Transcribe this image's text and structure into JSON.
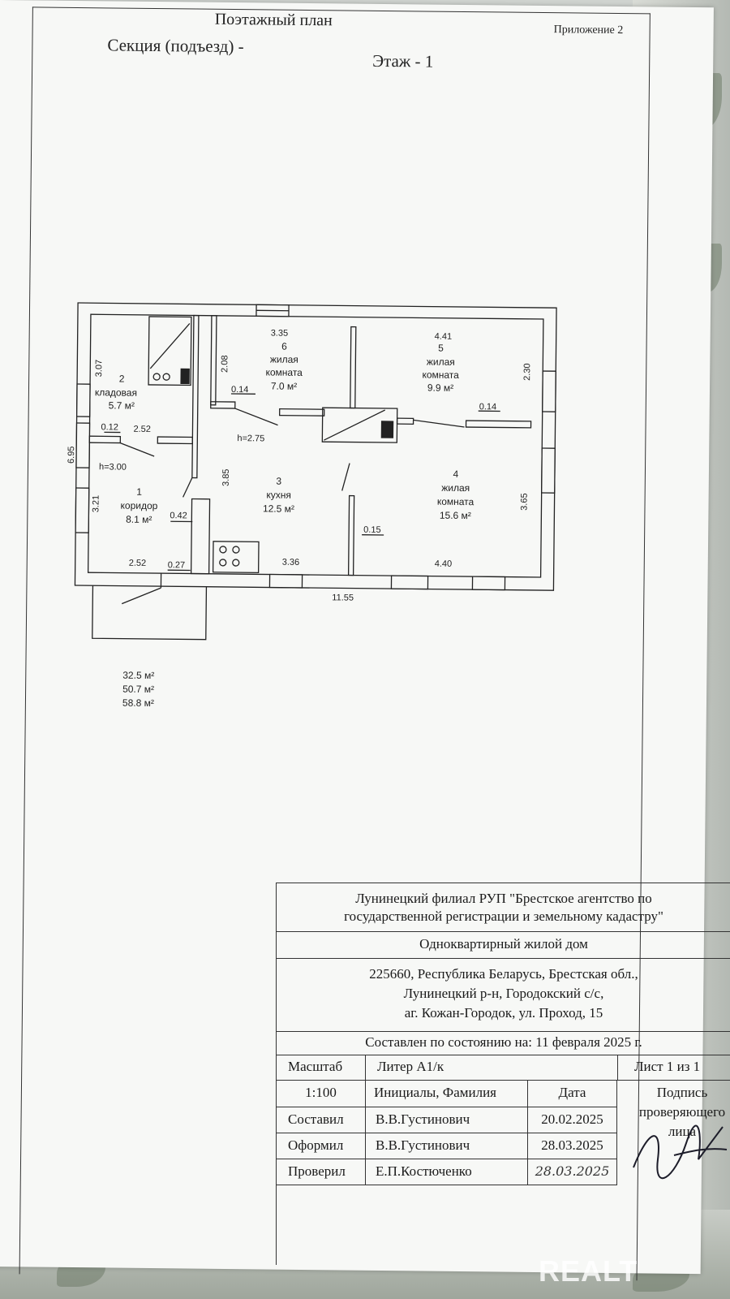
{
  "header": {
    "title": "Поэтажный план",
    "section": "Секция (подъезд) -",
    "floor": "Этаж - 1",
    "appendix": "Приложение 2"
  },
  "rooms": [
    {
      "number": "1",
      "name": "коридор",
      "area": "8.1 м²"
    },
    {
      "number": "2",
      "name": "кладовая",
      "area": "5.7 м²"
    },
    {
      "number": "3",
      "name": "кухня",
      "area": "12.5 м²"
    },
    {
      "number": "4",
      "name_line1": "жилая",
      "name_line2": "комната",
      "area": "15.6 м²"
    },
    {
      "number": "5",
      "name_line1": "жилая",
      "name_line2": "комната",
      "area": "9.9 м²"
    },
    {
      "number": "6",
      "name_line1": "жилая",
      "name_line2": "комната",
      "area": "7.0 м²"
    }
  ],
  "dimensions": {
    "d335": "3.35",
    "d441": "4.41",
    "d208": "2.08",
    "d307": "3.07",
    "d230": "2.30",
    "d014a": "0.14",
    "d014b": "0.14",
    "d012": "0.12",
    "d252a": "2.52",
    "d695": "6.95",
    "h300": "h=3.00",
    "h275": "h=2.75",
    "d385": "3.85",
    "d321": "3.21",
    "d365": "3.65",
    "d042": "0.42",
    "d015": "0.15",
    "d336": "3.36",
    "d440": "4.40",
    "d252b": "2.52",
    "d027": "0.27",
    "d1155": "11.55"
  },
  "totals": [
    "32.5 м²",
    "50.7 м²",
    "58.8 м²"
  ],
  "stamp": {
    "org_line1": "Лунинецкий филиал РУП \"Брестское агентство по",
    "org_line2": "государственной регистрации и земельному кадастру\"",
    "building_type": "Одноквартирный жилой дом",
    "address_line1": "225660, Республика Беларусь, Брестская обл.,",
    "address_line2": "Лунинецкий р-н, Городокский с/с,",
    "address_line3": "аг. Кожан-Городок, ул. Проход, 15",
    "state_date": "Составлен по состоянию на: 11 февраля 2025 г.",
    "scale_label": "Масштаб",
    "liter": "Литер А1/к",
    "sheet": "Лист 1 из 1",
    "scale_value": "1:100",
    "initials_header": "Инициалы, Фамилия",
    "date_header": "Дата",
    "signature_header": "Подпись проверяющего лица",
    "compiled_label": "Составил",
    "compiled_name": "В.В.Густинович",
    "compiled_date": "20.02.2025",
    "formatted_label": "Оформил",
    "formatted_name": "В.В.Густинович",
    "formatted_date": "28.03.2025",
    "checked_label": "Проверил",
    "checked_name": "Е.П.Костюченко",
    "checked_date_handwritten": "28.03.2025"
  },
  "watermark": "REALT"
}
